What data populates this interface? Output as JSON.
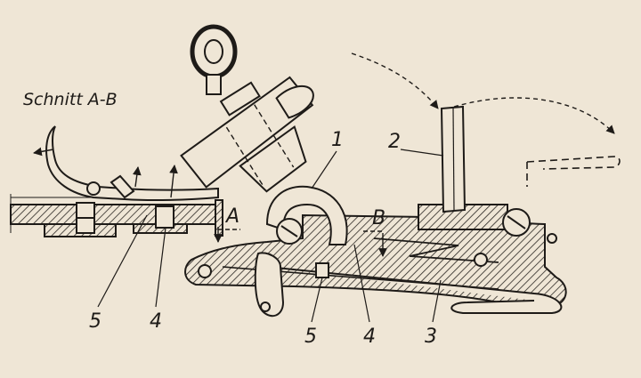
{
  "section_label": "Schnitt A-B",
  "section_marks": {
    "a": "A",
    "b": "B"
  },
  "part_labels": {
    "one": "1",
    "two": "2",
    "three": "3",
    "four_right": "4",
    "five_right": "5",
    "four_left": "4",
    "five_left": "5"
  },
  "colors": {
    "paper": "#efe6d6",
    "ink": "#1e1b18",
    "hatch": "#2a2622"
  }
}
